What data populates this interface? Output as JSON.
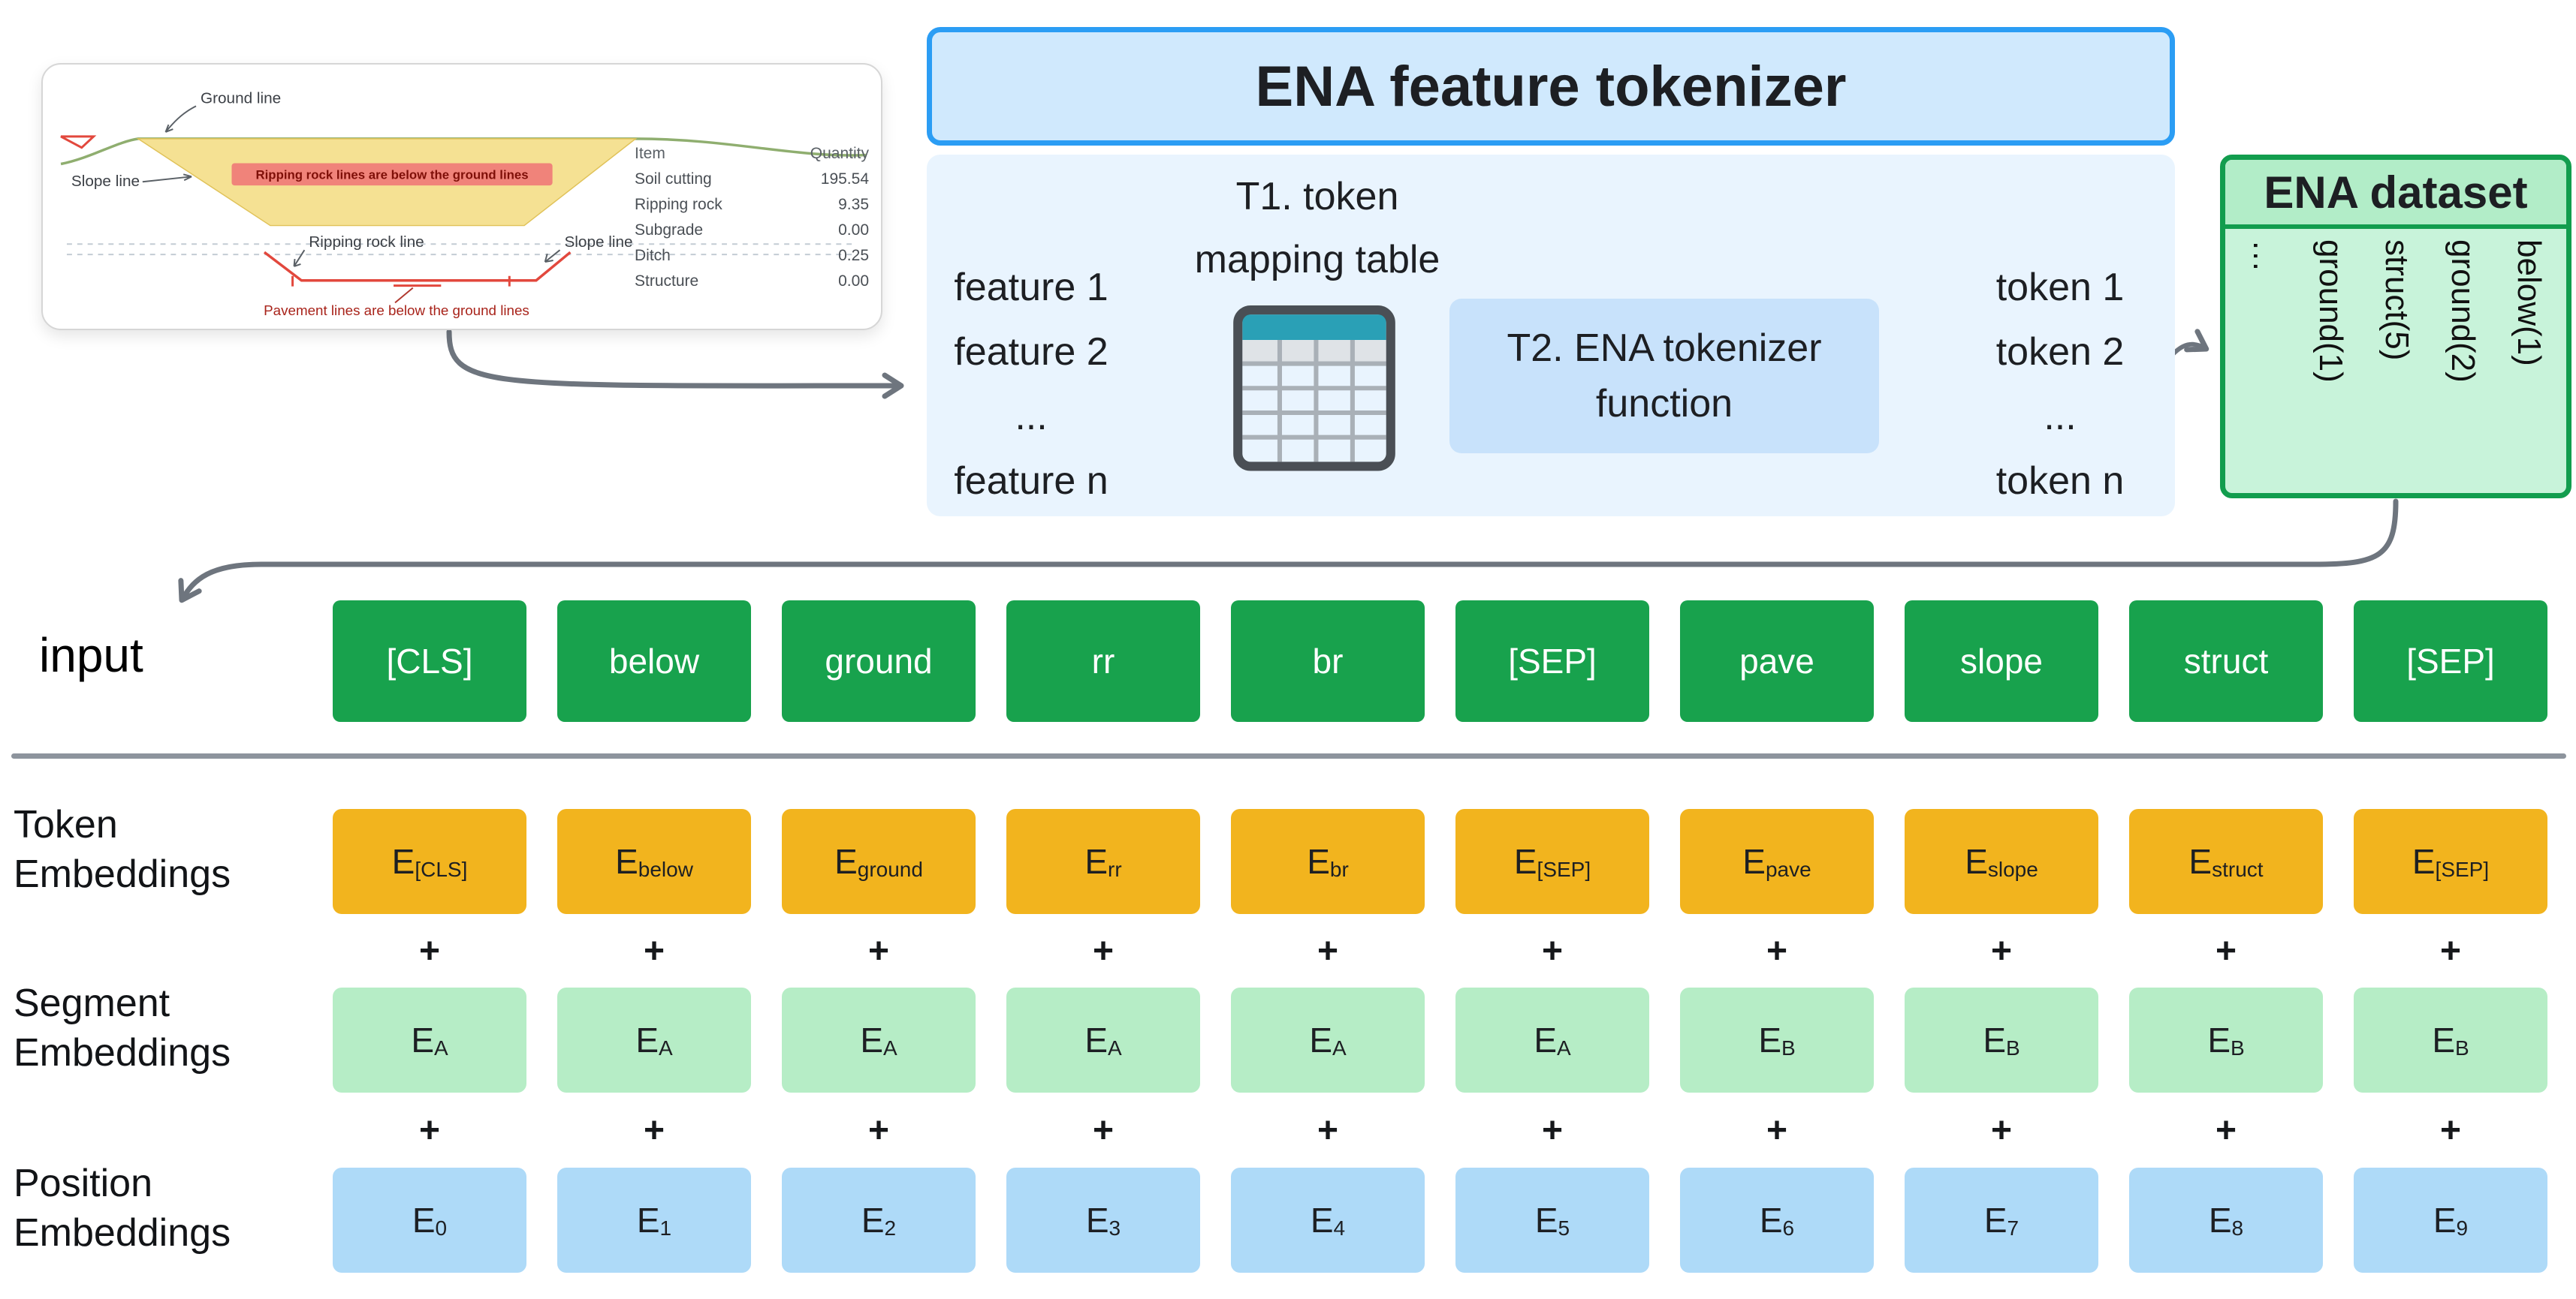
{
  "colors": {
    "token_green": "#18a24d",
    "token_embedding_yellow": "#f2b41e",
    "segment_green": "#b6edc6",
    "position_blue": "#aedaf8",
    "tokenizer_border_blue": "#2b9df4",
    "dataset_border_green": "#129d4e",
    "arrow_gray": "#6e757e"
  },
  "cross_section": {
    "labels": {
      "ground_line": "Ground line",
      "slope_line_left": "Slope line",
      "ripping_band": "Ripping rock lines are below the ground lines",
      "ripping_rock_line": "Ripping rock line",
      "slope_line_right": "Slope line",
      "pavement_note": "Pavement lines are below the ground lines"
    },
    "table": {
      "headers": [
        "Item",
        "Quantity"
      ],
      "rows": [
        [
          "Soil cutting",
          "195.54"
        ],
        [
          "Ripping rock",
          "9.35"
        ],
        [
          "Subgrade",
          "0.00"
        ],
        [
          "Ditch",
          "0.25"
        ],
        [
          "Structure",
          "0.00"
        ]
      ]
    }
  },
  "tokenizer": {
    "title": "ENA feature tokenizer",
    "features": [
      "feature 1",
      "feature 2",
      "...",
      "feature n"
    ],
    "t1": {
      "line1": "T1. token",
      "line2": "mapping table"
    },
    "t2": {
      "line1": "T2. ENA tokenizer",
      "line2": "function"
    },
    "tokens_out": [
      "token 1",
      "token 2",
      "...",
      "token n"
    ]
  },
  "dataset": {
    "title": "ENA dataset",
    "entries": [
      "below(1)",
      "ground(2)",
      "struct(5)",
      "ground(1)",
      "…"
    ]
  },
  "input_label": "input",
  "plus": "+",
  "row_labels": {
    "token": [
      "Token",
      "Embeddings"
    ],
    "segment": [
      "Segment",
      "Embeddings"
    ],
    "position": [
      "Position",
      "Embeddings"
    ]
  },
  "tokens": [
    "[CLS]",
    "below",
    "ground",
    "rr",
    "br",
    "[SEP]",
    "pave",
    "slope",
    "struct",
    "[SEP]"
  ],
  "token_embeddings": [
    {
      "base": "E",
      "sub": "[CLS]"
    },
    {
      "base": "E",
      "sub": "below"
    },
    {
      "base": "E",
      "sub": "ground"
    },
    {
      "base": "E",
      "sub": "rr"
    },
    {
      "base": "E",
      "sub": "br"
    },
    {
      "base": "E",
      "sub": "[SEP]"
    },
    {
      "base": "E",
      "sub": "pave"
    },
    {
      "base": "E",
      "sub": "slope"
    },
    {
      "base": "E",
      "sub": "struct"
    },
    {
      "base": "E",
      "sub": "[SEP]"
    }
  ],
  "segment_embeddings": [
    {
      "base": "E",
      "sub": "A"
    },
    {
      "base": "E",
      "sub": "A"
    },
    {
      "base": "E",
      "sub": "A"
    },
    {
      "base": "E",
      "sub": "A"
    },
    {
      "base": "E",
      "sub": "A"
    },
    {
      "base": "E",
      "sub": "A"
    },
    {
      "base": "E",
      "sub": "B"
    },
    {
      "base": "E",
      "sub": "B"
    },
    {
      "base": "E",
      "sub": "B"
    },
    {
      "base": "E",
      "sub": "B"
    }
  ],
  "position_embeddings": [
    {
      "base": "E",
      "sub": "0"
    },
    {
      "base": "E",
      "sub": "1"
    },
    {
      "base": "E",
      "sub": "2"
    },
    {
      "base": "E",
      "sub": "3"
    },
    {
      "base": "E",
      "sub": "4"
    },
    {
      "base": "E",
      "sub": "5"
    },
    {
      "base": "E",
      "sub": "6"
    },
    {
      "base": "E",
      "sub": "7"
    },
    {
      "base": "E",
      "sub": "8"
    },
    {
      "base": "E",
      "sub": "9"
    }
  ]
}
